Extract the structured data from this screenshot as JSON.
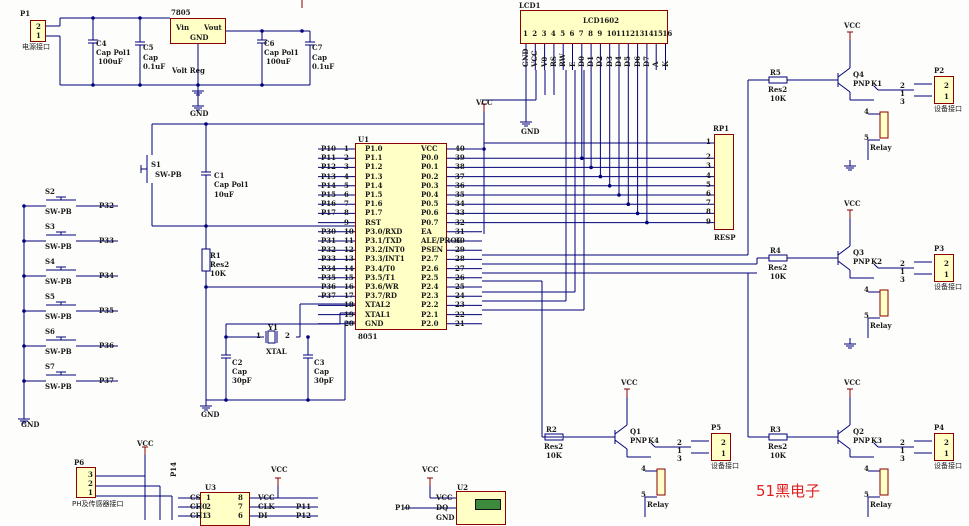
{
  "title": "51黑电子",
  "mcu": {
    "ref": "U1",
    "part": "8051",
    "left_pins": [
      {
        "net": "P10",
        "num": "1",
        "name": "P1.0"
      },
      {
        "net": "P11",
        "num": "2",
        "name": "P1.1"
      },
      {
        "net": "P12",
        "num": "3",
        "name": "P1.2"
      },
      {
        "net": "P13",
        "num": "4",
        "name": "P1.3"
      },
      {
        "net": "P14",
        "num": "5",
        "name": "P1.4"
      },
      {
        "net": "P15",
        "num": "6",
        "name": "P1.5"
      },
      {
        "net": "P16",
        "num": "7",
        "name": "P1.6"
      },
      {
        "net": "P17",
        "num": "8",
        "name": "P1.7"
      },
      {
        "net": "",
        "num": "9",
        "name": "RST"
      },
      {
        "net": "P30",
        "num": "10",
        "name": "P3.0/RXD"
      },
      {
        "net": "P31",
        "num": "11",
        "name": "P3.1/TXD"
      },
      {
        "net": "P32",
        "num": "12",
        "name": "P3.2/INT0"
      },
      {
        "net": "P33",
        "num": "13",
        "name": "P3.3/INT1"
      },
      {
        "net": "P34",
        "num": "14",
        "name": "P3.4/T0"
      },
      {
        "net": "P35",
        "num": "15",
        "name": "P3.5/T1"
      },
      {
        "net": "P36",
        "num": "16",
        "name": "P3.6/WR"
      },
      {
        "net": "P37",
        "num": "17",
        "name": "P3.7/RD"
      },
      {
        "net": "",
        "num": "18",
        "name": "XTAL2"
      },
      {
        "net": "",
        "num": "19",
        "name": "XTAL1"
      },
      {
        "net": "",
        "num": "20",
        "name": "GND"
      }
    ],
    "right_pins": [
      {
        "num": "40",
        "name": "VCC"
      },
      {
        "num": "39",
        "name": "P0.0"
      },
      {
        "num": "38",
        "name": "P0.1"
      },
      {
        "num": "37",
        "name": "P0.2"
      },
      {
        "num": "36",
        "name": "P0.3"
      },
      {
        "num": "35",
        "name": "P0.4"
      },
      {
        "num": "34",
        "name": "P0.5"
      },
      {
        "num": "33",
        "name": "P0.6"
      },
      {
        "num": "32",
        "name": "P0.7"
      },
      {
        "num": "31",
        "name": "EA"
      },
      {
        "num": "30",
        "name": "ALE/PROG"
      },
      {
        "num": "29",
        "name": "PSEN"
      },
      {
        "num": "28",
        "name": "P2.7"
      },
      {
        "num": "27",
        "name": "P2.6"
      },
      {
        "num": "26",
        "name": "P2.5"
      },
      {
        "num": "25",
        "name": "P2.4"
      },
      {
        "num": "24",
        "name": "P2.3"
      },
      {
        "num": "23",
        "name": "P2.2"
      },
      {
        "num": "22",
        "name": "P2.1"
      },
      {
        "num": "21",
        "name": "P2.0"
      }
    ]
  },
  "lcd": {
    "ref": "LCD1",
    "part": "LCD1602",
    "pin_nums": [
      "1",
      "2",
      "3",
      "4",
      "5",
      "6",
      "7",
      "8",
      "9",
      "10",
      "11",
      "12",
      "13",
      "14",
      "15",
      "16"
    ],
    "pin_names": [
      "GND",
      "VCC",
      "V0",
      "RS",
      "RW",
      "E",
      "D0",
      "D1",
      "D2",
      "D3",
      "D4",
      "D5",
      "D6",
      "D7",
      "A",
      "K"
    ]
  },
  "power": {
    "p1_ref": "P1",
    "p1_label": "电源接口",
    "p1_pins": [
      "2",
      "1"
    ],
    "reg_ref": "7805",
    "reg_vin": "Vin",
    "reg_vout": "Vout",
    "reg_gnd": "GND",
    "reg_name": "Volt Reg",
    "c4": [
      "C4",
      "Cap Pol1",
      "100uF"
    ],
    "c5": [
      "C5",
      "Cap",
      "0.1uF"
    ],
    "c6": [
      "C6",
      "Cap Pol1",
      "100uF"
    ],
    "c7": [
      "C7",
      "Cap",
      "0.1uF"
    ]
  },
  "reset": {
    "s1": "S1",
    "s1_type": "SW-PB",
    "c1": [
      "C1",
      "Cap Pol1",
      "10uF"
    ],
    "r1": [
      "R1",
      "Res2",
      "10K"
    ]
  },
  "crystal": {
    "y1": "Y1",
    "y1_type": "XTAL",
    "pin1": "1",
    "pin2": "2",
    "c2": [
      "C2",
      "Cap",
      "30pF"
    ],
    "c3": [
      "C3",
      "Cap",
      "30pF"
    ]
  },
  "rp": {
    "ref": "RP1",
    "part": "RESP",
    "pins": [
      "1",
      "2",
      "3",
      "4",
      "5",
      "6",
      "7",
      "8",
      "9"
    ]
  },
  "buttons": [
    {
      "ref": "S2",
      "type": "SW-PB",
      "net": "P32"
    },
    {
      "ref": "S3",
      "type": "SW-PB",
      "net": "P33"
    },
    {
      "ref": "S4",
      "type": "SW-PB",
      "net": "P34"
    },
    {
      "ref": "S5",
      "type": "SW-PB",
      "net": "P35"
    },
    {
      "ref": "S6",
      "type": "SW-PB",
      "net": "P36"
    },
    {
      "ref": "S7",
      "type": "SW-PB",
      "net": "P37"
    }
  ],
  "labels": {
    "vcc": "VCC",
    "gnd": "GND",
    "relay": "Relay",
    "device": "设备接口",
    "pnp": "PNP"
  },
  "drivers": [
    {
      "r": "R5",
      "rt": "Res2",
      "rv": "10K",
      "q": "Q4",
      "k": "K1",
      "p": "P2"
    },
    {
      "r": "R4",
      "rt": "Res2",
      "rv": "10K",
      "q": "Q3",
      "k": "K2",
      "p": "P3"
    },
    {
      "r": "R2",
      "rt": "Res2",
      "rv": "10K",
      "q": "Q1",
      "k": "K4",
      "p": "P5"
    },
    {
      "r": "R3",
      "rt": "Res2",
      "rv": "10K",
      "q": "Q2",
      "k": "K3",
      "p": "P4"
    }
  ],
  "relay_pins": [
    "2",
    "1",
    "3",
    "4",
    "5"
  ],
  "header_pins": [
    "2",
    "1"
  ],
  "sensor": {
    "ref": "P6",
    "label": "PH及传感器接口",
    "pins": [
      "3",
      "2",
      "1"
    ],
    "net": "P14"
  },
  "adc": {
    "ref": "U3",
    "vcc": "VCC",
    "pins": [
      {
        "l": "CS",
        "ln": "1",
        "r": "VCC",
        "rn": "8"
      },
      {
        "l": "CH0",
        "ln": "2",
        "r": "CLK",
        "rn": "7",
        "net": "P11"
      },
      {
        "l": "CH1",
        "ln": "3",
        "r": "DI",
        "rn": "6",
        "net": "P12"
      }
    ]
  },
  "ds": {
    "ref": "U2",
    "vcc": "VCC",
    "net": "P10",
    "pins": [
      "VCC",
      "DQ",
      "GND"
    ]
  }
}
